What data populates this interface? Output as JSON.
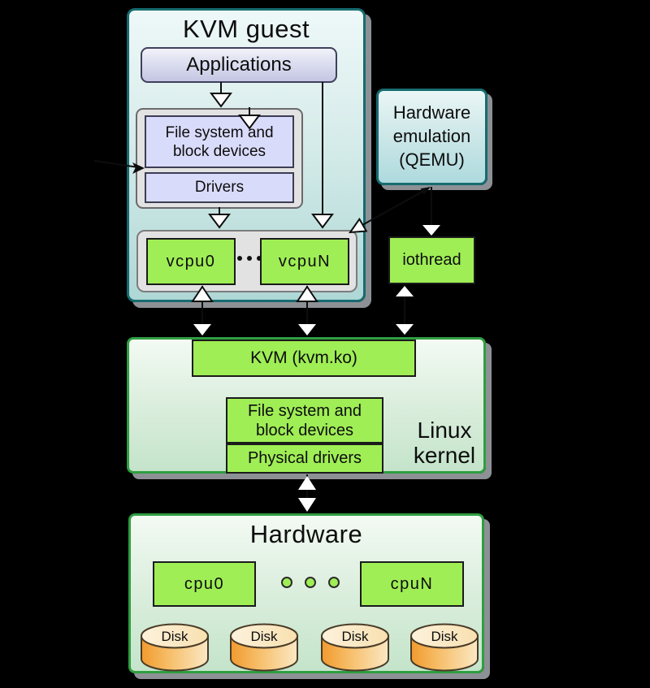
{
  "colors": {
    "background": "#000000",
    "green_box": "#9fee55",
    "guest_border_teal": "#176b70",
    "kernel_border_green": "#2f9e41",
    "lavender_box": "#d9dbfa",
    "gray_container": "#e2e2e2",
    "drop_shadow": "#8d9195",
    "disk_orange": "#f19a2e",
    "disk_cream": "#fbe9c7"
  },
  "kvm_guest": {
    "title": "KVM guest",
    "applications_label": "Applications",
    "fs_line1": "File system and",
    "fs_line2": "block devices",
    "drivers_label": "Drivers",
    "vcpu0_label": "vcpu0",
    "vcpu_dots": "...",
    "vcpuN_label": "vcpuN"
  },
  "qemu": {
    "line1": "Hardware",
    "line2": "emulation",
    "line3": "(QEMU)"
  },
  "iothread": {
    "label": "iothread"
  },
  "linux_kernel": {
    "kvm_module_label": "KVM (kvm.ko)",
    "fs_line1": "File system and",
    "fs_line2": "block devices",
    "physical_drivers_label": "Physical drivers",
    "title_line1": "Linux",
    "title_line2": "kernel"
  },
  "hardware": {
    "title": "Hardware",
    "cpu0_label": "cpu0",
    "cpu_dots": "...",
    "cpuN_label": "cpuN",
    "disk_labels": [
      "Disk",
      "Disk",
      "Disk",
      "Disk"
    ]
  }
}
